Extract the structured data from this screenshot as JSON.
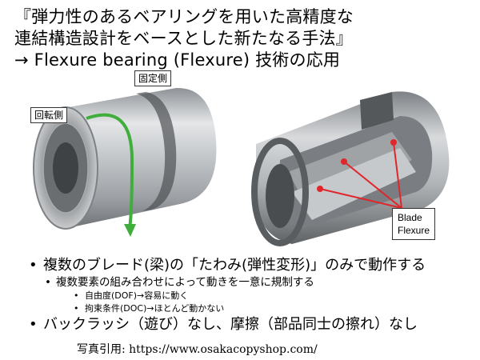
{
  "title": {
    "line1": "『弾力性のあるベアリングを用いた高精度な",
    "line2": "連結構造設計をベースとした新たなる手法』",
    "line3": "→ Flexure bearing (Flexure) 技術の応用"
  },
  "figure": {
    "fixed_side_label": "固定側",
    "rotating_side_label": "回転側",
    "blade_label_line1": "Blade",
    "blade_label_line2": "Flexure",
    "colors": {
      "arrow_green": "#3fae3c",
      "pointer_red": "#e0262a",
      "metal": "#b9bcbf"
    }
  },
  "bullets": {
    "b1": "複数のブレード(梁)の「たわみ(弾性変形)」のみで動作する",
    "b2": "複数要素の組み合わせによって動きを一意に規制する",
    "b3a": "自由度(DOF)→容易に動く",
    "b3b": "拘束条件(DOC)→ほとんど動かない",
    "b4": "バックラッシ（遊び）なし、摩擦（部品同士の擦れ）なし"
  },
  "credit": "写真引用: https://www.osakacopyshop.com/"
}
